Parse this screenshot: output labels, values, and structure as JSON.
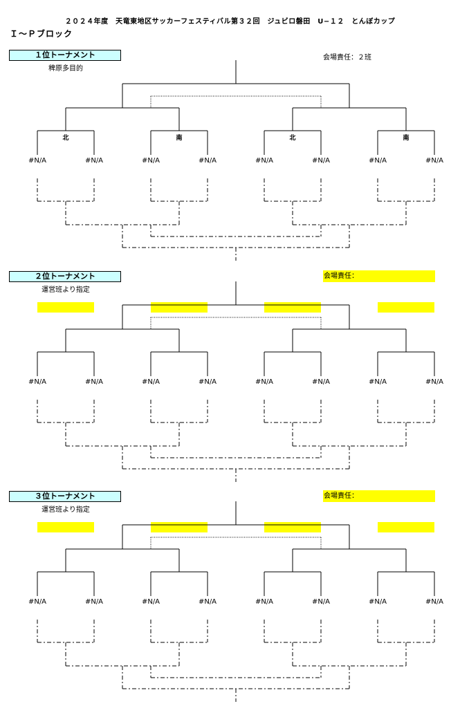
{
  "header": {
    "title": "２０２４年度　天竜東地区サッカーフェスティバル第３２回　ジュビロ磐田　U−１２　とんぼカップ",
    "block": "Ｉ～Ｐブロック"
  },
  "tournaments": [
    {
      "label": "１位トーナメント",
      "sub": "稗原多目的",
      "venue": "会場責任：２班",
      "venue_highlight": false,
      "courts": [
        "北",
        "南",
        "北",
        "南"
      ],
      "teams": [
        "#N/A",
        "#N/A",
        "#N/A",
        "#N/A",
        "#N/A",
        "#N/A",
        "#N/A",
        "#N/A"
      ]
    },
    {
      "label": "２位トーナメント",
      "sub": "運営班より指定",
      "venue": "会場責任：",
      "venue_highlight": true,
      "courts": [
        "",
        "",
        "",
        ""
      ],
      "teams": [
        "#N/A",
        "#N/A",
        "#N/A",
        "#N/A",
        "#N/A",
        "#N/A",
        "#N/A",
        "#N/A"
      ]
    },
    {
      "label": "３位トーナメント",
      "sub": "運営班より指定",
      "venue": "会場責任：",
      "venue_highlight": true,
      "courts": [
        "",
        "",
        "",
        ""
      ],
      "teams": [
        "#N/A",
        "#N/A",
        "#N/A",
        "#N/A",
        "#N/A",
        "#N/A",
        "#N/A",
        "#N/A"
      ]
    }
  ],
  "colors": {
    "label_bg": "#ccffff",
    "highlight": "#ffff00"
  }
}
